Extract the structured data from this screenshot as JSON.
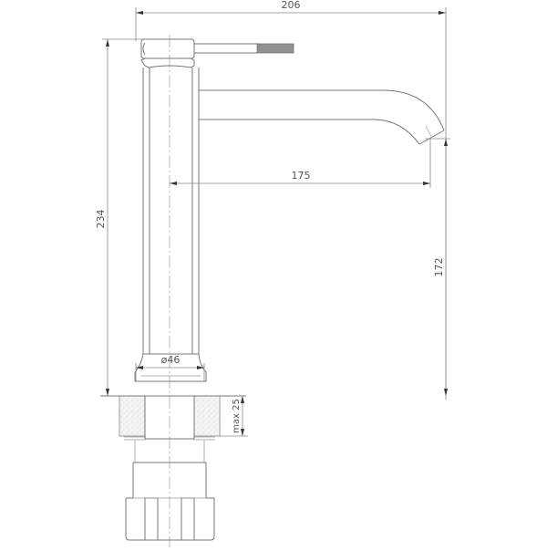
{
  "drawing": {
    "subject": "basin mixer faucet technical drawing",
    "units": "mm",
    "colors": {
      "line": "#777777",
      "dimension": "#888888",
      "text": "#555555",
      "knurl": "#888888",
      "stone_hatch": "#e8e8e8"
    },
    "dimensions": {
      "overall_width": "206",
      "spout_reach": "175",
      "overall_height": "234",
      "spout_outlet_height": "172",
      "body_diameter": "ø46",
      "max_counter_thickness": "max 25"
    }
  }
}
